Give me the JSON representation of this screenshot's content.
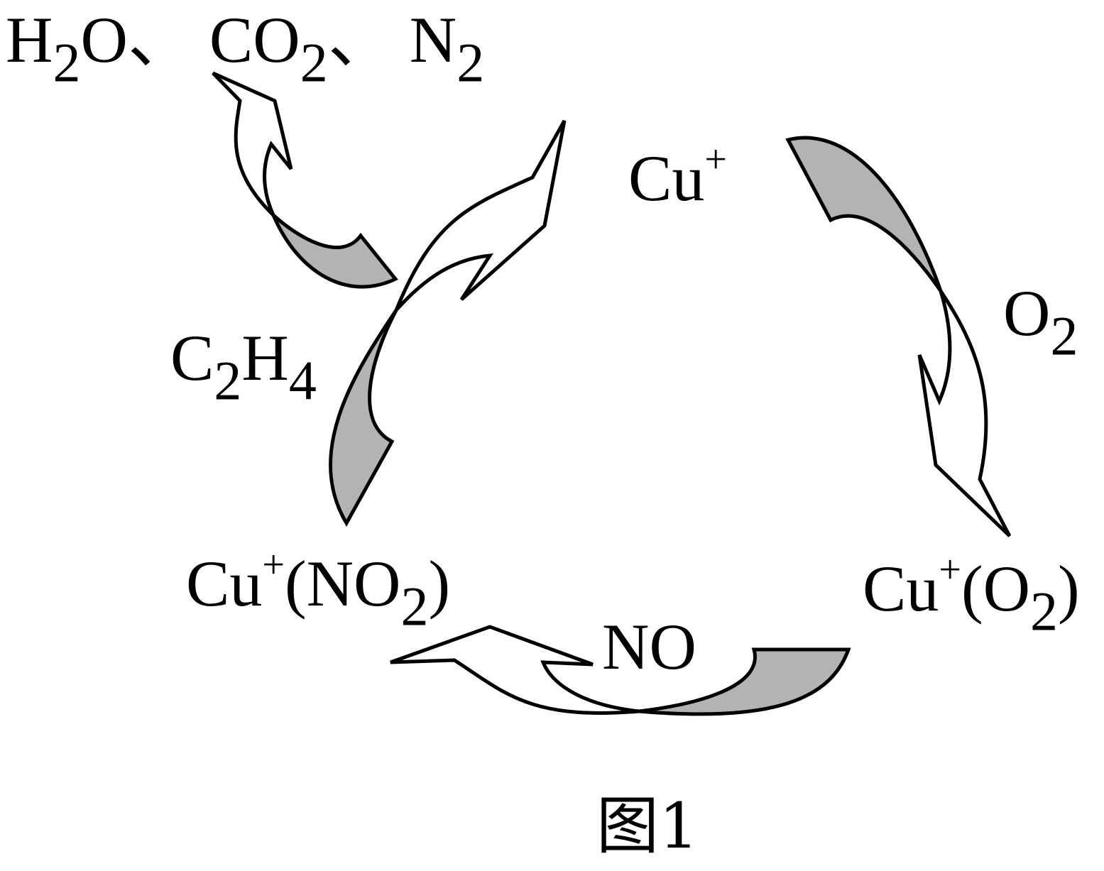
{
  "labels": {
    "products": {
      "p1": "H",
      "p1_sub": "2",
      "p1_end": "O、",
      "p2": "CO",
      "p2_sub": "2",
      "p2_end": "、",
      "p3": "N",
      "p3_sub": "2"
    },
    "cu_plus": {
      "base": "Cu",
      "sup": "+"
    },
    "o2": {
      "base": "O",
      "sub": "2"
    },
    "c2h4": {
      "a": "C",
      "a_sub": "2",
      "b": "H",
      "b_sub": "4"
    },
    "cu_no2": {
      "base": "Cu",
      "sup": "+",
      "open": "(NO",
      "sub": "2",
      "close": ")"
    },
    "cu_o2": {
      "base": "Cu",
      "sup": "+",
      "open": "(O",
      "sub": "2",
      "close": ")"
    },
    "no": "NO"
  },
  "caption": "图1",
  "colors": {
    "fill_gray": "#b3b3b3",
    "stroke": "#000000"
  }
}
